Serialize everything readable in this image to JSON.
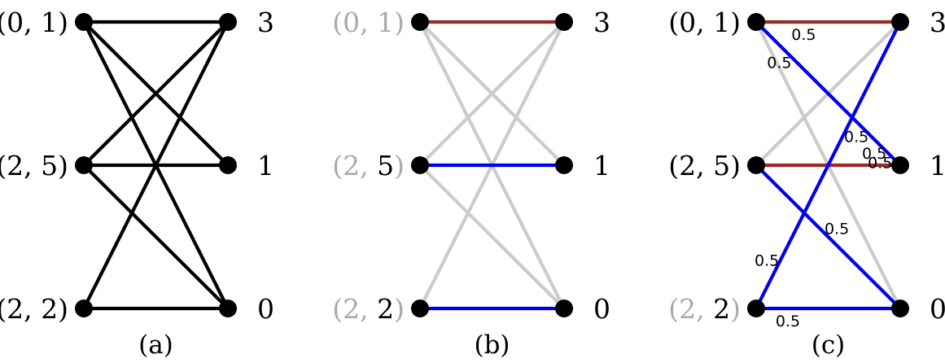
{
  "colors": {
    "black": "#000000",
    "gray": "#cccccc",
    "gray_text": "#aaaaaa",
    "red": "#9c2a2a",
    "blue": "#0000ee"
  },
  "panels": [
    {
      "caption": "(a)",
      "left_nodes": [
        {
          "parts": [
            {
              "t": "(0, 1)",
              "c": "black"
            }
          ]
        },
        {
          "parts": [
            {
              "t": "(2, 5)",
              "c": "black"
            }
          ]
        },
        {
          "parts": [
            {
              "t": "(2, 2)",
              "c": "black"
            }
          ]
        }
      ],
      "right_nodes": [
        "3",
        "1",
        "0"
      ],
      "edges": [
        {
          "from": 0,
          "to": 0,
          "color": "black"
        },
        {
          "from": 0,
          "to": 1,
          "color": "black"
        },
        {
          "from": 0,
          "to": 2,
          "color": "black"
        },
        {
          "from": 1,
          "to": 0,
          "color": "black"
        },
        {
          "from": 1,
          "to": 1,
          "color": "black"
        },
        {
          "from": 1,
          "to": 2,
          "color": "black"
        },
        {
          "from": 2,
          "to": 0,
          "color": "black"
        },
        {
          "from": 2,
          "to": 2,
          "color": "black"
        }
      ]
    },
    {
      "caption": "(b)",
      "left_nodes": [
        {
          "parts": [
            {
              "t": "(0, ",
              "c": "gray_text"
            },
            {
              "t": "1",
              "c": "gray_text"
            },
            {
              "t": ")",
              "c": "gray_text"
            }
          ]
        },
        {
          "parts": [
            {
              "t": "(2, ",
              "c": "gray_text"
            },
            {
              "t": "5",
              "c": "black"
            },
            {
              "t": ")",
              "c": "gray_text"
            }
          ]
        },
        {
          "parts": [
            {
              "t": "(2, ",
              "c": "gray_text"
            },
            {
              "t": "2",
              "c": "black"
            },
            {
              "t": ")",
              "c": "gray_text"
            }
          ]
        }
      ],
      "right_nodes": [
        "3",
        "1",
        "0"
      ],
      "edges": [
        {
          "from": 0,
          "to": 1,
          "color": "gray"
        },
        {
          "from": 0,
          "to": 2,
          "color": "gray"
        },
        {
          "from": 1,
          "to": 0,
          "color": "gray"
        },
        {
          "from": 1,
          "to": 2,
          "color": "gray"
        },
        {
          "from": 2,
          "to": 0,
          "color": "gray"
        },
        {
          "from": 0,
          "to": 0,
          "color": "red"
        },
        {
          "from": 1,
          "to": 1,
          "color": "blue"
        },
        {
          "from": 2,
          "to": 2,
          "color": "blue"
        }
      ]
    },
    {
      "caption": "(c)",
      "left_nodes": [
        {
          "parts": [
            {
              "t": "(0, 1)",
              "c": "black"
            }
          ]
        },
        {
          "parts": [
            {
              "t": "(2, 5)",
              "c": "black"
            }
          ]
        },
        {
          "parts": [
            {
              "t": "(2, ",
              "c": "gray_text"
            },
            {
              "t": "2",
              "c": "black"
            },
            {
              "t": ")",
              "c": "gray_text"
            }
          ]
        }
      ],
      "right_nodes": [
        "3",
        "1",
        "0"
      ],
      "edges": [
        {
          "from": 0,
          "to": 2,
          "color": "gray"
        },
        {
          "from": 1,
          "to": 0,
          "color": "gray"
        },
        {
          "from": 0,
          "to": 0,
          "color": "red",
          "weight": "0.5",
          "label_at": 0.33,
          "label_side": -1
        },
        {
          "from": 0,
          "to": 1,
          "color": "blue",
          "weight": "0.5",
          "label_at": 0.22,
          "label_side": -1
        },
        {
          "from": 0,
          "to": 1,
          "color": "blue",
          "weight": "0.5",
          "label_at": 0.92,
          "label_side": -1,
          "no_line": true
        },
        {
          "from": 1,
          "to": 1,
          "color": "red",
          "weight": "0.5",
          "label_at": 0.82,
          "label_side": 1
        },
        {
          "from": 1,
          "to": 2,
          "color": "blue",
          "weight": "0.5",
          "label_at": 0.5,
          "label_side": 1
        },
        {
          "from": 2,
          "to": 0,
          "color": "blue",
          "weight": "0.5",
          "label_at": 0.62,
          "label_side": -1
        },
        {
          "from": 2,
          "to": 0,
          "color": "blue",
          "weight": "0.5",
          "label_at": 0.15,
          "label_side": 1,
          "no_line": true
        },
        {
          "from": 2,
          "to": 2,
          "color": "blue",
          "weight": "0.5",
          "label_at": 0.22,
          "label_side": -1
        }
      ]
    }
  ]
}
